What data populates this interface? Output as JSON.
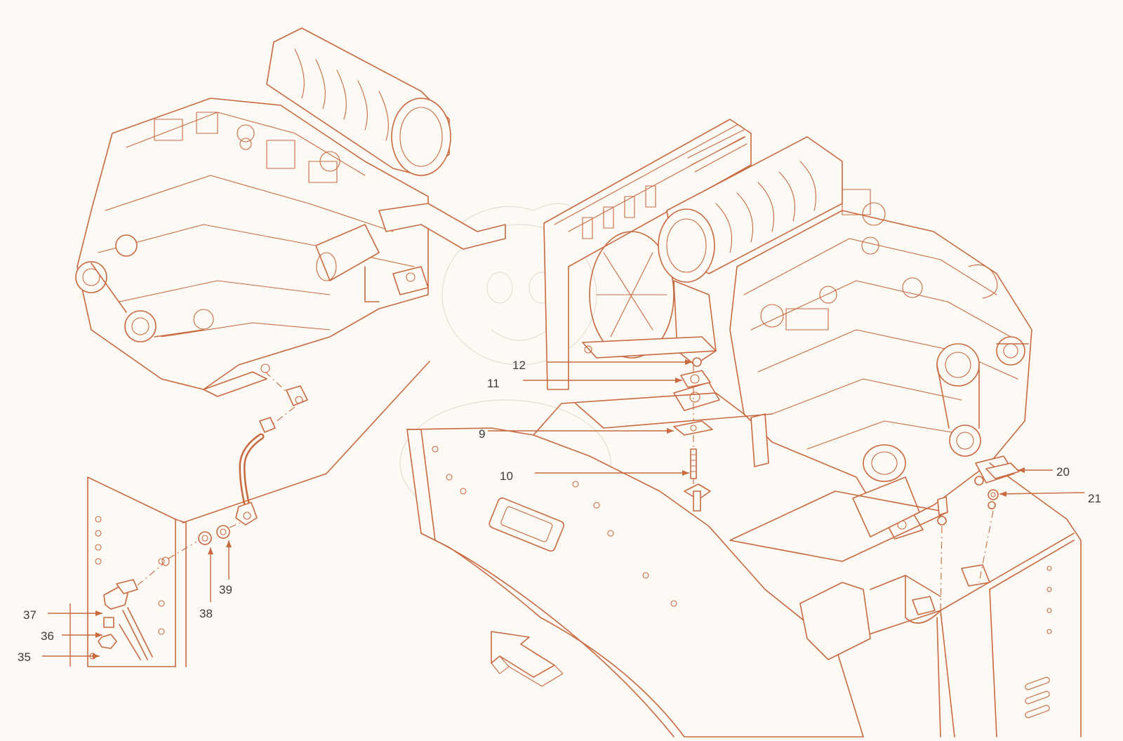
{
  "callouts": [
    {
      "id": "9",
      "label": "9"
    },
    {
      "id": "10",
      "label": "10"
    },
    {
      "id": "11",
      "label": "11"
    },
    {
      "id": "12",
      "label": "12"
    },
    {
      "id": "20",
      "label": "20"
    },
    {
      "id": "21",
      "label": "21"
    },
    {
      "id": "35",
      "label": "35"
    },
    {
      "id": "36",
      "label": "36"
    },
    {
      "id": "37",
      "label": "37"
    },
    {
      "id": "38",
      "label": "38"
    },
    {
      "id": "39",
      "label": "39"
    }
  ],
  "colors": {
    "line": "#c8693f",
    "text": "#3a3a3a",
    "background": "#fdfaf6"
  },
  "icons": {
    "direction_arrow": "front-direction-arrow-icon"
  }
}
